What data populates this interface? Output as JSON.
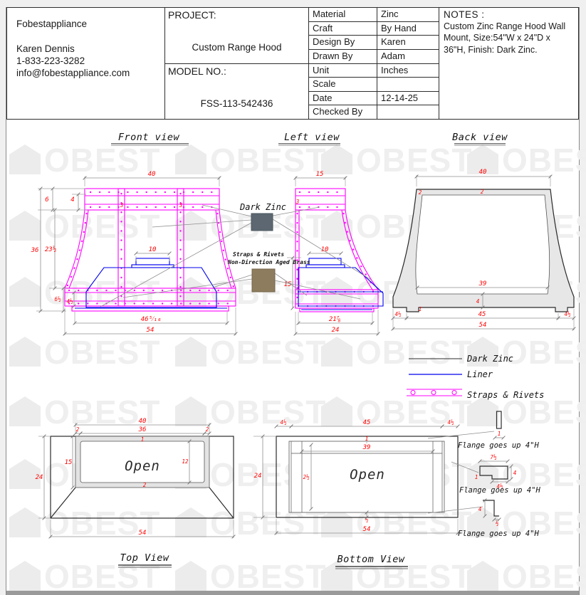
{
  "title_block": {
    "company": "Fobestappliance",
    "contact_name": "Karen Dennis",
    "phone": "1-833-223-3282",
    "email": "info@fobestappliance.com",
    "project_label": "PROJECT:",
    "project_value": "Custom Range Hood",
    "model_label": "MODEL NO.:",
    "model_value": "FSS-113-542436",
    "specs": [
      {
        "label": "Material",
        "value": "Zinc"
      },
      {
        "label": "Craft",
        "value": "By Hand"
      },
      {
        "label": "Design By",
        "value": "Karen"
      },
      {
        "label": "Drawn By",
        "value": "Adam"
      },
      {
        "label": "Unit",
        "value": "Inches"
      },
      {
        "label": "Scale",
        "value": ""
      },
      {
        "label": "Date",
        "value": "12-14-25"
      },
      {
        "label": "Checked By",
        "value": ""
      }
    ],
    "notes_label": "NOTES :",
    "notes_text": "Custom Zinc Range Hood Wall Mount, Size:54\"W x 24\"D x 36\"H, Finish:  Dark Zinc."
  },
  "views": {
    "front": {
      "title": "Front view",
      "dims": {
        "w40": "40",
        "h6": "6",
        "h4": "4",
        "h36": "36",
        "h23": "23½",
        "w10": "10",
        "h6h": "6½",
        "h4h": "4½",
        "s1": "3",
        "s2": "3",
        "w46": "46⁵⁄₁₆",
        "w54": "54"
      }
    },
    "left": {
      "title": "Left view",
      "dims": {
        "w15": "15",
        "s3": "3",
        "w10": "10",
        "h15": "15",
        "w21": "21⅞",
        "w24": "24"
      }
    },
    "back": {
      "title": "Back view",
      "dims": {
        "w40": "40",
        "t2a": "2",
        "t2b": "2",
        "w39": "39",
        "h4": "4",
        "f1": "1",
        "w45": "45",
        "s45a": "4½",
        "s45b": "4½",
        "w54": "54"
      }
    },
    "top": {
      "title": "Top View",
      "open_label": "Open",
      "dims": {
        "w40": "40",
        "e2a": "2",
        "w36": "36",
        "e2b": "2",
        "t1": "1",
        "d15": "15",
        "d12": "12",
        "b2": "2",
        "d24": "24",
        "w54": "54"
      }
    },
    "bottom": {
      "title": "Bottom View",
      "open_label": "Open",
      "dims": {
        "e45a": "4½",
        "w45": "45",
        "e45b": "4½",
        "t1": "1",
        "w39": "39",
        "o25": "2½",
        "d24": "24",
        "bh": "½",
        "w54": "54"
      }
    }
  },
  "callouts": {
    "dark_zinc": "Dark Zinc",
    "straps_line1": "Straps & Rivets",
    "straps_line2": "Non-Direction Aged Brass"
  },
  "legend": {
    "dark_zinc": "Dark Zinc",
    "liner": "Liner",
    "straps": "Straps & Rivets"
  },
  "flange": {
    "note": "Flange goes up 4\"H",
    "d1_w": "1",
    "d2_top": "7½",
    "d2_right": "4",
    "d2_left": "1",
    "d2_bottom": "4½",
    "d3_left": "4",
    "d3_bottom": "½"
  },
  "watermark": {
    "text": "OBEST"
  },
  "colors": {
    "strap": "#ff00ff",
    "liner": "#0000ee",
    "dimension": "#ff0000",
    "dark_zinc_swatch": "#5d6772",
    "brass_swatch": "#8d7c5e"
  }
}
